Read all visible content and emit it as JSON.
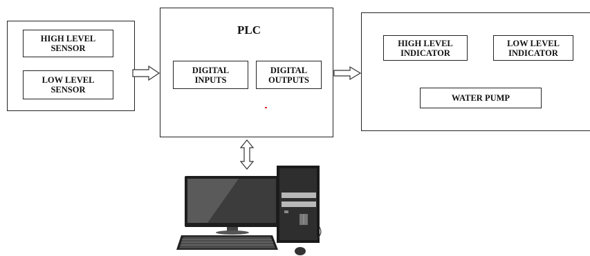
{
  "sensors": {
    "high_level": "HIGH LEVEL\nSENSOR",
    "low_level": "LOW LEVEL\nSENSOR"
  },
  "plc": {
    "title": "PLC",
    "digital_inputs": "DIGITAL\nINPUTS",
    "digital_outputs": "DIGITAL\nOUTPUTS"
  },
  "outputs": {
    "high_level_indicator": "HIGH LEVEL\nINDICATOR",
    "low_level_indicator": "LOW  LEVEL\nINDICATOR",
    "water_pump": "WATER PUMP"
  },
  "icons": [
    "computer-icon",
    "double-arrow-icon",
    "right-arrow-icon"
  ]
}
